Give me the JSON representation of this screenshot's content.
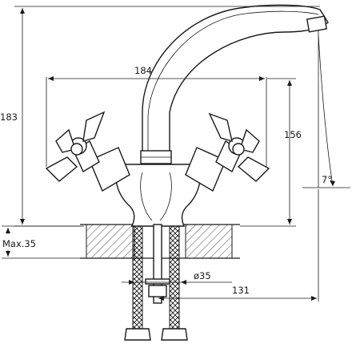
{
  "dimensions": {
    "width": "184",
    "height_total": "183",
    "height_handle": "156",
    "angle": "7°",
    "max": "Max.35",
    "diameter": "ø35",
    "reach": "131"
  }
}
